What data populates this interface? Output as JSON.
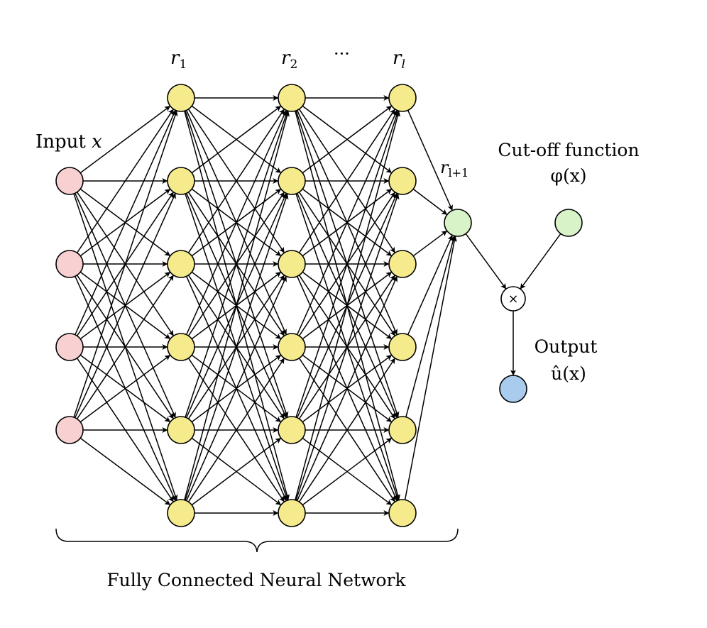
{
  "labels": {
    "input": "Input",
    "input_var": "x",
    "layer1": "r",
    "layer1_sub": "1",
    "layer2": "r",
    "layer2_sub": "2",
    "ellipsis": "···",
    "layerl": "r",
    "layerl_sub": "l",
    "layerl1": "r",
    "layerl1_sub": "l+1",
    "cutoff_title": "Cut-off function",
    "cutoff_expr": "φ(x)",
    "multiply": "×",
    "output_title": "Output",
    "output_expr": "û(x)",
    "network": "Fully Connected Neural Network"
  },
  "colors": {
    "input_node": "#f8d0d2",
    "hidden_node": "#f5eb8c",
    "cutoff_node": "#d8f3c8",
    "output_node": "#a9cbee",
    "multiply_node": "#ffffff"
  },
  "network": {
    "input_nodes": 4,
    "hidden_layers": 3,
    "nodes_per_hidden_layer": 6
  }
}
